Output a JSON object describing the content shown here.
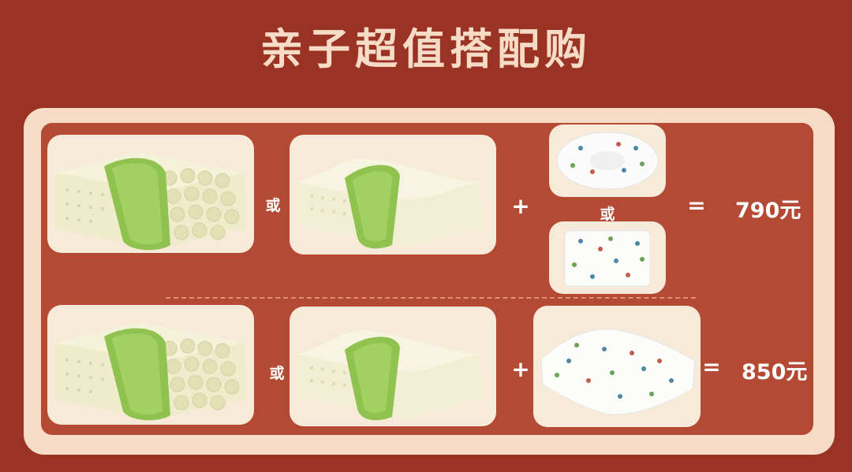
{
  "title": "亲子超值搭配购",
  "row1": {
    "or_1": "或",
    "plus": "+",
    "or_2": "或",
    "equals": "=",
    "price": "790元"
  },
  "row2": {
    "or_1": "或",
    "plus": "+",
    "equals": "=",
    "price": "850元"
  },
  "icons": {
    "wave_pillow": "wave-latex-pillow-image",
    "smooth_pillow": "smooth-latex-pillow-image",
    "oval_pillow": "oval-kids-pillow-image",
    "flat_pillow": "flat-kids-pillow-image",
    "kids_contour_pillow": "kids-contour-pillow-image"
  },
  "colors": {
    "background": "#9a3323",
    "panel": "#f6dcc6",
    "inner_panel": "#b54a34",
    "card": "#f8ead9",
    "text_light": "#f6dcc6",
    "text_white": "#ffffff"
  }
}
